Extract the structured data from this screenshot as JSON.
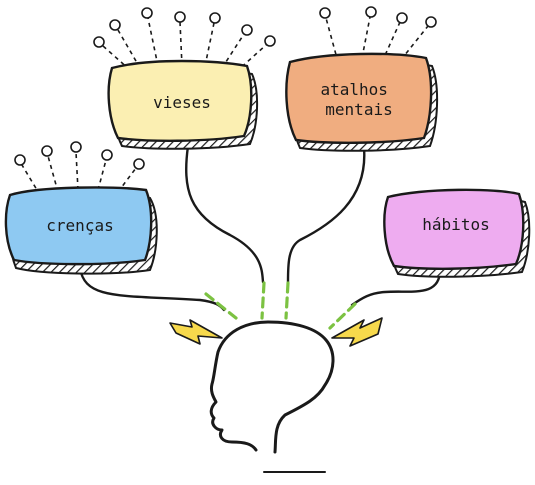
{
  "nodes": [
    {
      "id": "crencas",
      "lines": [
        "crenças"
      ],
      "color": "#8ec9f2"
    },
    {
      "id": "vieses",
      "lines": [
        "vieses"
      ],
      "color": "#fbefb2"
    },
    {
      "id": "atalhos",
      "lines": [
        "atalhos",
        "mentais"
      ],
      "color": "#f0ad80"
    },
    {
      "id": "habitos",
      "lines": [
        "hábitos"
      ],
      "color": "#eeacf0"
    }
  ],
  "colors": {
    "outline": "#1a1a1a",
    "dashed_connector": "#7cc242",
    "spark": "#f7d94c"
  },
  "icons": [
    "head-silhouette-icon",
    "lightning-spark-icon"
  ]
}
